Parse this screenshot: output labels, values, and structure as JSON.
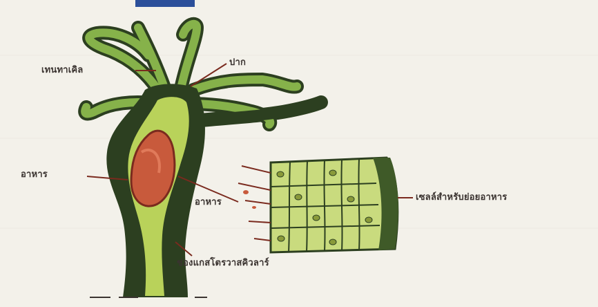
{
  "labels": {
    "tentacle": "เทนทาเคิล",
    "mouth": "ปาก",
    "food_left": "อาหาร",
    "food_center": "อาหาร",
    "digestive_cells": "เซลล์สำหรับย่อยอาหาร",
    "gastrovascular_cavity": "ช่องแกสโตรวาสคิวลาร์"
  },
  "colors": {
    "background": "#f3f1ea",
    "outer_body": "#2c3f20",
    "inner_layer": "#b9d25a",
    "tentacle": "#86b24a",
    "food": "#c85a3c",
    "cells": "#c9db7e",
    "cell_nucleus": "#8a9a3a",
    "leader": "#7a2a1e",
    "text": "#3a3330"
  }
}
